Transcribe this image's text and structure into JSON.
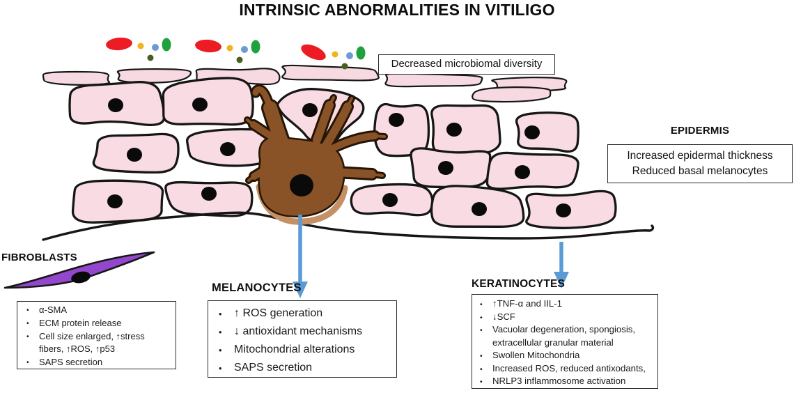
{
  "title": "INTRINSIC ABNORMALITIES IN VITILIGO",
  "microbiome": {
    "text": "Decreased microbiomal diversity"
  },
  "epidermis": {
    "label": "EPIDERMIS",
    "lines": [
      "Increased epidermal thickness",
      "Reduced basal melanocytes"
    ]
  },
  "fibroblasts": {
    "label": "FIBROBLASTS",
    "items": [
      "α-SMA",
      "ECM protein release",
      "Cell size enlarged, ↑stress fibers, ↑ROS, ↑p53",
      "SAPS secretion"
    ]
  },
  "melanocytes": {
    "label": "MELANOCYTES",
    "items": [
      "↑ ROS generation",
      "↓ antioxidant mechanisms",
      "Mitochondrial alterations",
      "SAPS secretion"
    ]
  },
  "keratinocytes": {
    "label": "KERATINOCYTES",
    "items": [
      "↑TNF-α and IIL-1",
      "↓SCF",
      "Vacuolar degeneration, spongiosis, extracellular granular material",
      "Swollen Mitochondria",
      "Increased ROS, reduced antixodants,",
      "NRLP3 inflammosome activation"
    ]
  },
  "icons": {
    "melanocyte-arrow": "down-arrow",
    "keratinocyte-arrow": "down-arrow"
  },
  "colors": {
    "cell_pink": "#f8dbe3",
    "corneum_pink": "#f6d9e1",
    "outline_black": "#161616",
    "nucleus_black": "#0a0a0a",
    "melanocyte_brown": "#8a5227",
    "melanocyte_outline": "#241505",
    "melanocyte_shadow_tan": "#c49064",
    "fibroblast_purple": "#9347cc",
    "arrow_blue": "#5b9bd5",
    "microbe_red": "#ec1b24",
    "microbe_yellow": "#f2b31c",
    "microbe_blue": "#6b9bd2",
    "microbe_green": "#1fa23d",
    "microbe_olive": "#4b5e20"
  }
}
